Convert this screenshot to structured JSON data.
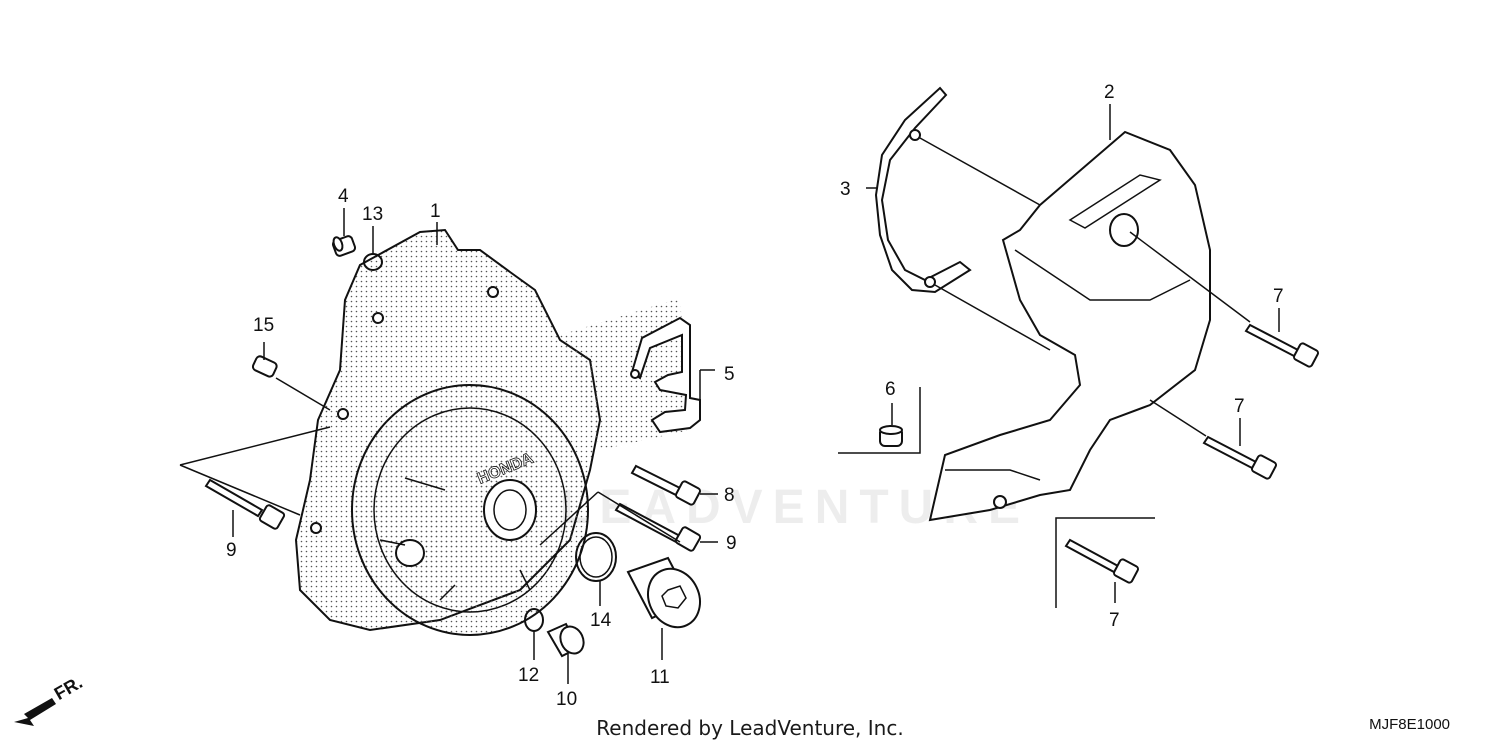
{
  "diagram": {
    "callouts": [
      {
        "id": "c1",
        "text": "1"
      },
      {
        "id": "c2",
        "text": "2"
      },
      {
        "id": "c3",
        "text": "3"
      },
      {
        "id": "c4",
        "text": "4"
      },
      {
        "id": "c5",
        "text": "5"
      },
      {
        "id": "c6",
        "text": "6"
      },
      {
        "id": "c7a",
        "text": "7"
      },
      {
        "id": "c7b",
        "text": "7"
      },
      {
        "id": "c7c",
        "text": "7"
      },
      {
        "id": "c8",
        "text": "8"
      },
      {
        "id": "c9a",
        "text": "9"
      },
      {
        "id": "c9b",
        "text": "9"
      },
      {
        "id": "c10",
        "text": "10"
      },
      {
        "id": "c11",
        "text": "11"
      },
      {
        "id": "c12",
        "text": "12"
      },
      {
        "id": "c13",
        "text": "13"
      },
      {
        "id": "c14",
        "text": "14"
      },
      {
        "id": "c15",
        "text": "15"
      }
    ],
    "cover_logo": "HONDA",
    "front_marker": "FR.",
    "watermark": "LEADVENTURE",
    "footer": "Rendered by LeadVenture, Inc.",
    "diagram_code": "MJF8E1000"
  }
}
